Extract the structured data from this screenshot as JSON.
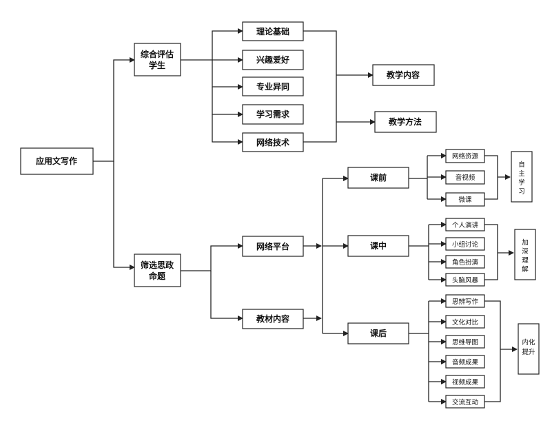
{
  "nodes": {
    "root": "应用文写作",
    "branch_evaluate": [
      "综合评估",
      "学生"
    ],
    "branch_topic": [
      "筛选思政",
      "命题"
    ],
    "theory": "理论基础",
    "interest": "兴趣爱好",
    "major": "专业异同",
    "needs": "学习需求",
    "tech": "网络技术",
    "content": "教学内容",
    "method": "教学方法",
    "platform": "网络平台",
    "textbook": "教材内容",
    "before": "课前",
    "during": "课中",
    "after": "课后",
    "before_items": [
      "网络资源",
      "音视频",
      "微课"
    ],
    "during_items": [
      "个人演讲",
      "小组讨论",
      "角色扮演",
      "头脑风暴"
    ],
    "after_items": [
      "思辨写作",
      "文化对比",
      "思维导图",
      "音频成果",
      "视频成果",
      "交流互动"
    ],
    "self_study": [
      "自",
      "主",
      "学",
      "习"
    ],
    "deepen": [
      "加",
      "深",
      "理",
      "解"
    ],
    "internalize": [
      "内化",
      "提升"
    ]
  }
}
